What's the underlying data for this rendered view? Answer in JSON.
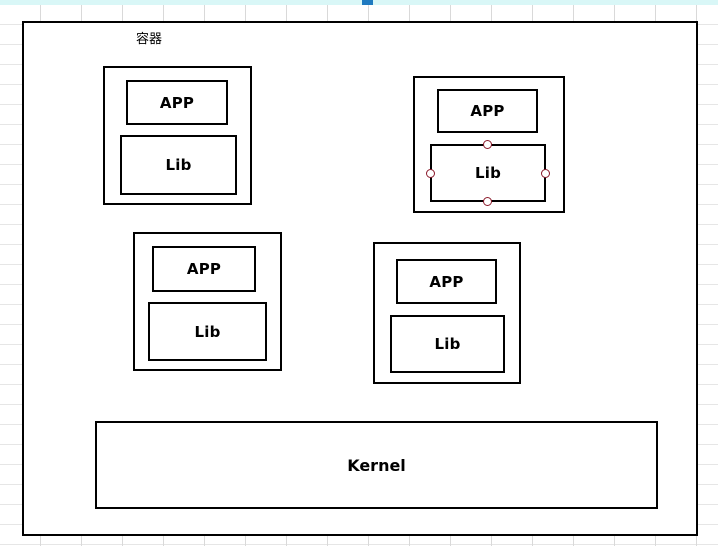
{
  "canvas": {
    "background": "#ffffff",
    "grid_line_color": "#d9d9d9",
    "selection_band_color": "#d9f7f7",
    "column_marker_color": "#1f7ac0"
  },
  "diagram": {
    "outline_color": "#000000",
    "container_label": "容器",
    "kernel": {
      "label": "Kernel"
    },
    "groups": [
      {
        "id": "group-top-left",
        "selected": false,
        "app_label": "APP",
        "lib_label": "Lib"
      },
      {
        "id": "group-top-right",
        "selected": true,
        "app_label": "APP",
        "lib_label": "Lib"
      },
      {
        "id": "group-bottom-left",
        "selected": false,
        "app_label": "APP",
        "lib_label": "Lib"
      },
      {
        "id": "group-bottom-right",
        "selected": false,
        "app_label": "APP",
        "lib_label": "Lib"
      }
    ],
    "selection_handles": {
      "color": "#8b1a2b",
      "fill": "#ffffff",
      "positions": [
        "top",
        "right",
        "bottom",
        "left"
      ]
    }
  }
}
